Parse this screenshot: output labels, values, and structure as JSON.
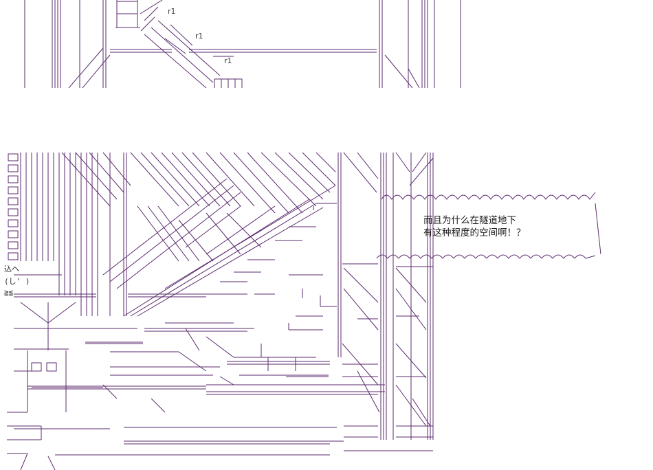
{
  "bubble": {
    "line1": "而且为什么在隧道地下",
    "line2": "有这种程度的空间啊！？"
  },
  "labels": {
    "r1_a": "r1",
    "r1_b": "r1",
    "r1_c": "r1"
  },
  "left_text": {
    "row_a": "込ヘ",
    "row_b": "(し' )",
    "row_c": "≧≦"
  },
  "colors": {
    "line_color": "#5b2a6e",
    "text_color": "#1a1a1a"
  }
}
